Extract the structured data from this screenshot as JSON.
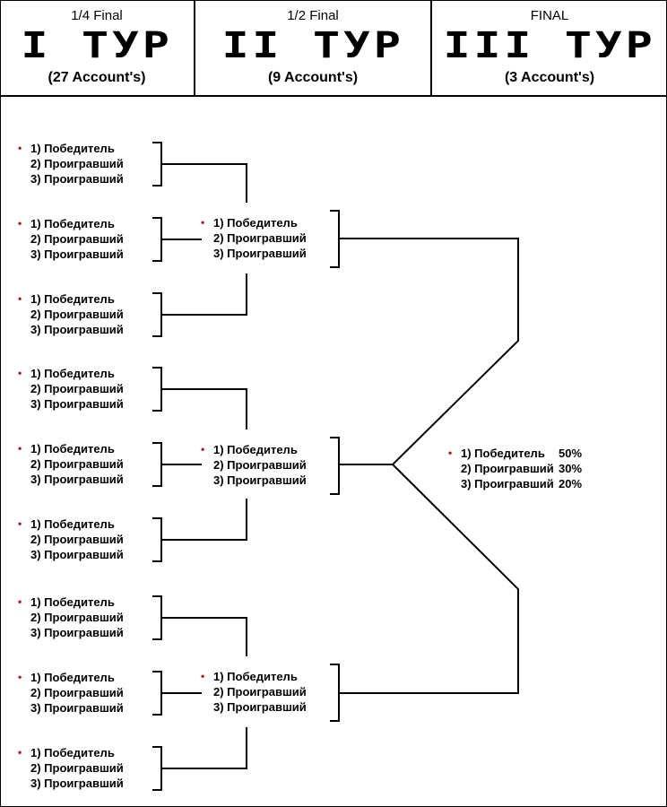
{
  "header": {
    "columns": [
      {
        "stage": "1/4 Final",
        "round": "I ТУР",
        "count": "(27 Account's)"
      },
      {
        "stage": "1/2 Final",
        "round": "II ТУР",
        "count": "(9 Account's)"
      },
      {
        "stage": "FINAL",
        "round": "III ТУР",
        "count": "(3 Account's)"
      }
    ]
  },
  "entry": {
    "bullet": "•",
    "winner": "1) Победитель",
    "second": "2) Проигравший",
    "third": "3) Проигравший"
  },
  "final_prizes": [
    "50%",
    "30%",
    "20%"
  ],
  "colors": {
    "bullet": "#c0141c",
    "line": "#000000"
  }
}
